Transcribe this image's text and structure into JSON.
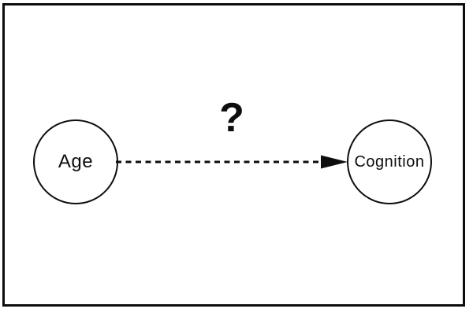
{
  "figure": {
    "background": "#ffffff",
    "ink": "#0d0d0d",
    "nodes": [
      {
        "id": "age",
        "label": "Age"
      },
      {
        "id": "cognition",
        "label": "Cognition"
      }
    ],
    "edge": {
      "from": "age",
      "to": "cognition",
      "label": "?",
      "line_style": "dashed",
      "arrowhead": "filled-triangle"
    }
  }
}
